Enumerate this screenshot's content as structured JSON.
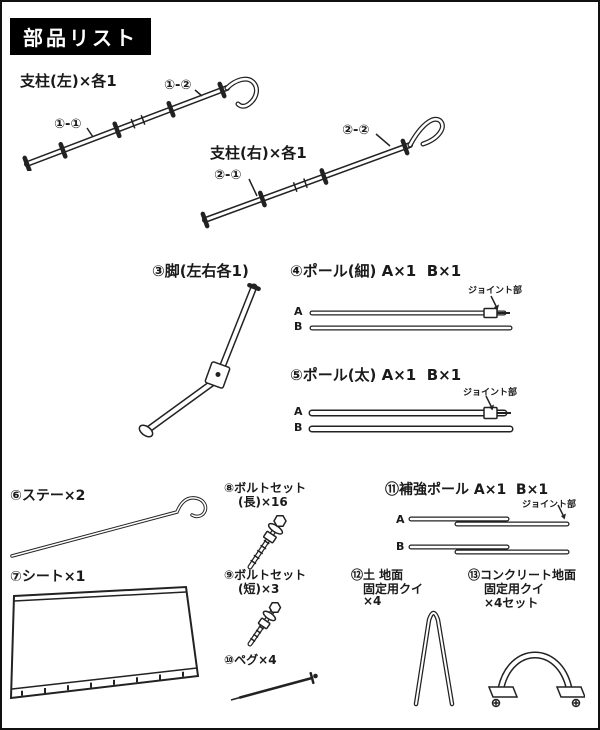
{
  "page": {
    "title": "部品リスト"
  },
  "colors": {
    "ink": "#1f1f1f",
    "badge_bg": "#000000",
    "badge_text": "#ffffff",
    "paper": "#ffffff"
  },
  "parts": {
    "pillar_left": {
      "label": "支柱(左)×各1",
      "tag_lower": "①-①",
      "tag_upper": "①-②"
    },
    "pillar_right": {
      "label": "支柱(右)×各1",
      "tag_lower": "②-①",
      "tag_upper": "②-②"
    },
    "leg": {
      "label": "③脚(左右各1)"
    },
    "pole_thin": {
      "label": "④ポール(細) A×1  B×1",
      "joint_label": "ジョイント部",
      "row_a": "A",
      "row_b": "B"
    },
    "pole_thick": {
      "label": "⑤ポール(太) A×1  B×1",
      "joint_label": "ジョイント部",
      "row_a": "A",
      "row_b": "B"
    },
    "stay": {
      "label": "⑥ステー×2"
    },
    "sheet": {
      "label": "⑦シート×1"
    },
    "bolt_long": {
      "label_line1": "⑧ボルトセット",
      "label_line2": "(長)×16"
    },
    "bolt_short": {
      "label_line1": "⑨ボルトセット",
      "label_line2": "(短)×3"
    },
    "peg": {
      "label": "⑩ペグ×4"
    },
    "reinforce_pole": {
      "label": "⑪補強ポール A×1  B×1",
      "joint_label": "ジョイント部",
      "row_a": "A",
      "row_b": "B"
    },
    "soil_stake": {
      "label_line1": "⑫土 地面",
      "label_line2": "固定用クイ",
      "label_line3": "×4"
    },
    "concrete_stake": {
      "label_line1": "⑬コンクリート地面",
      "label_line2": "固定用クイ",
      "label_line3": "×4セット"
    }
  }
}
